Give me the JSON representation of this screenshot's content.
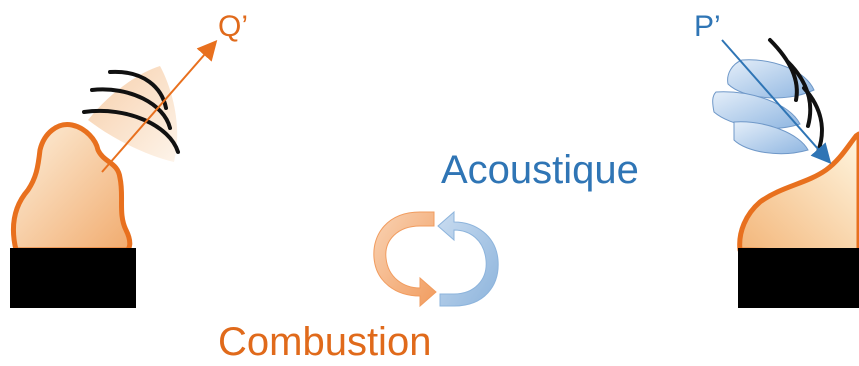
{
  "labels": {
    "heat_release": "Q’",
    "pressure": "P’",
    "acoustics": "Acoustique",
    "combustion": "Combustion"
  },
  "colors": {
    "flame_outline": "#e8701e",
    "flame_fill_light": "#fdf0dc",
    "flame_fill_dark": "#f1ab6e",
    "burner": "#000000",
    "heat_text": "#e06a1b",
    "acoustic_text": "#2f75b5",
    "acoustic_wave_fill": "#aecbea",
    "combustion_arrow": "#f4b183",
    "acoustic_arrow": "#9dc3e6"
  }
}
